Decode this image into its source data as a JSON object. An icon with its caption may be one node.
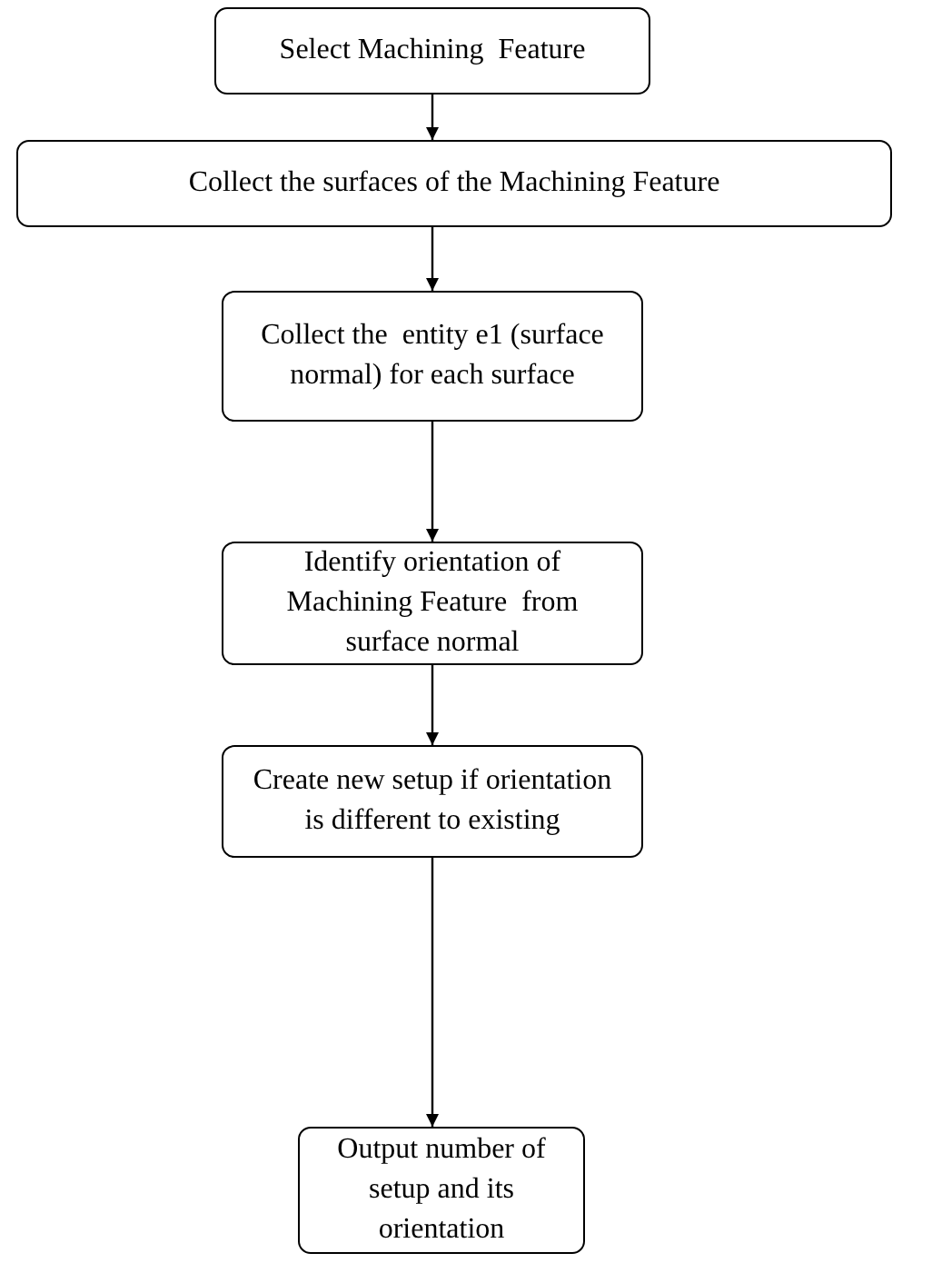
{
  "diagram": {
    "nodes": [
      {
        "text": [
          "Select Machining  Feature"
        ]
      },
      {
        "text": [
          "Collect the surfaces of the Machining Feature"
        ]
      },
      {
        "text": [
          "Collect the  entity e1 (surface normal) for each surface"
        ]
      },
      {
        "text": [
          "Identify orientation of Machining Feature  from surface normal"
        ]
      },
      {
        "text": [
          "Create new setup if orientation is different to existing"
        ]
      },
      {
        "text": [
          "Output number of setup and its orientation"
        ]
      }
    ],
    "edges": [
      {
        "from": 0,
        "to": 1,
        "arrow": "to"
      },
      {
        "from": 1,
        "to": 2,
        "arrow": "to"
      },
      {
        "from": 2,
        "to": 3,
        "arrow": "to"
      },
      {
        "from": 3,
        "to": 4,
        "arrow": "to"
      },
      {
        "from": 4,
        "to": 5,
        "arrow": "to"
      }
    ]
  }
}
